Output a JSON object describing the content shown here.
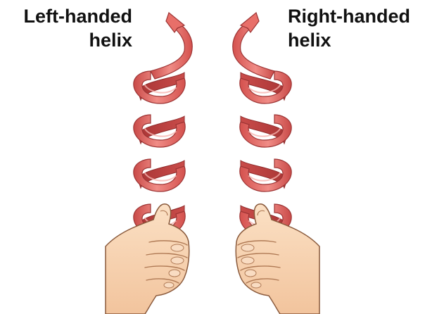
{
  "left_helix": {
    "label_line1": "Left-handed",
    "label_line2": "helix"
  },
  "right_helix": {
    "label_line1": "Right-handed",
    "label_line2": "helix"
  },
  "colors": {
    "ribbon_front": "#e0605c",
    "ribbon_back": "#b73e3e",
    "ribbon_highlight": "#f4a4a0",
    "skin": "#f7d3b0",
    "skin_shadow": "#e4b48d",
    "outline": "#8a5a3c"
  },
  "icons": [
    "left-hand-icon",
    "right-hand-icon",
    "helix-arrow-icon"
  ]
}
